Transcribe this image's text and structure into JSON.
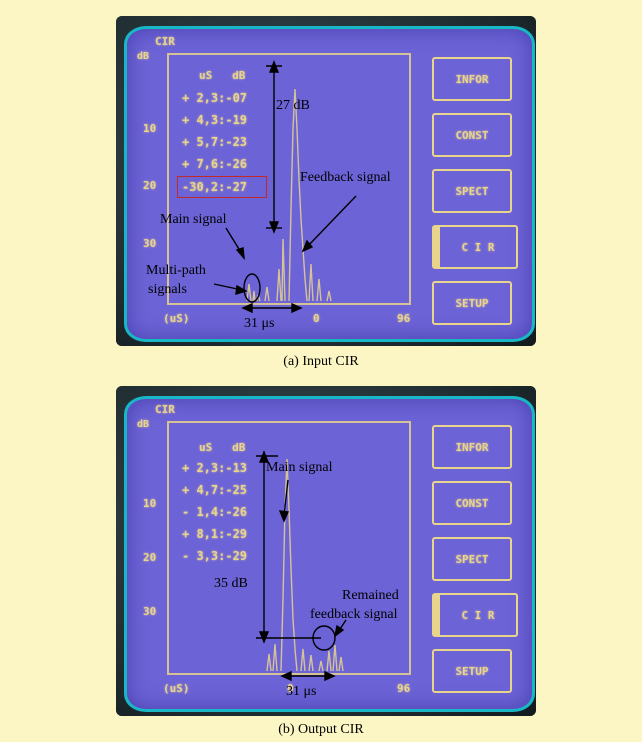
{
  "panels": [
    {
      "screen": {
        "title": "CIR",
        "db_unit": "dB",
        "table_header": "uS   dB",
        "rows": [
          "+ 2,3:-07",
          "+ 4,3:-19",
          "+ 5,7:-23",
          "+ 7,6:-26",
          "-30,2:-27"
        ],
        "y_ticks": [
          "10",
          "20",
          "30"
        ],
        "x_unit": "(uS)",
        "x_max": "96",
        "x_zero": "0",
        "menu": [
          "INFOR",
          "CONST",
          "SPECT",
          "C I R",
          "SETUP"
        ],
        "active_menu": "C I R"
      },
      "annotations": {
        "db_span": "27 dB",
        "feedback": "Feedback signal",
        "main": "Main signal",
        "multipath_1": "Multi-path",
        "multipath_2": "signals",
        "delay": "31 μs"
      },
      "caption": "(a)  Input CIR"
    },
    {
      "screen": {
        "title": "CIR",
        "db_unit": "dB",
        "table_header": "uS   dB",
        "rows": [
          "+ 2,3:-13",
          "+ 4,7:-25",
          "- 1,4:-26",
          "+ 8,1:-29",
          "- 3,3:-29"
        ],
        "y_ticks": [
          "10",
          "20",
          "30"
        ],
        "x_unit": "(uS)",
        "x_max": "96",
        "x_zero": "0",
        "menu": [
          "INFOR",
          "CONST",
          "SPECT",
          "C I R",
          "SETUP"
        ],
        "active_menu": "C I R"
      },
      "annotations": {
        "db_span": "35 dB",
        "main": "Main signal",
        "remained_1": "Remained",
        "remained_2": "feedback signal",
        "delay": "31 μs"
      },
      "caption": "(b) Output CIR"
    }
  ],
  "colors": {
    "background": "#fcf6c4",
    "screen": "#6c63d6",
    "lcd_text": "#e8d48a",
    "screen_border": "#17b7c6",
    "highlight_box": "#c0282a"
  }
}
